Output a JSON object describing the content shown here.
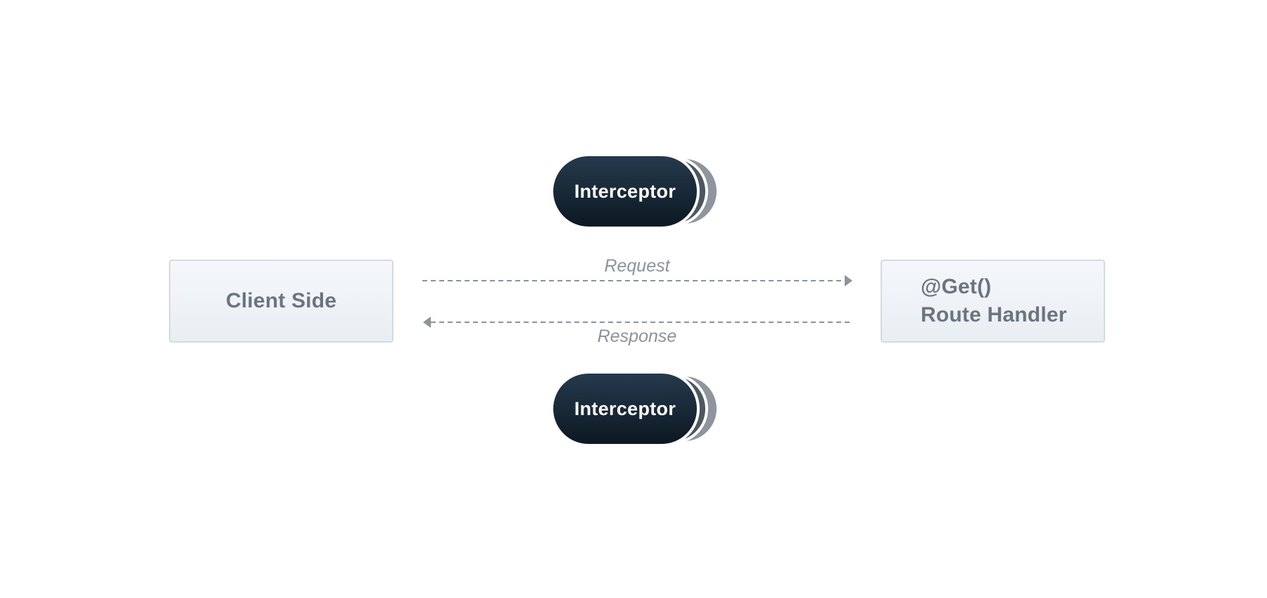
{
  "diagram": {
    "client": {
      "label": "Client Side"
    },
    "handler": {
      "line1": "@Get()",
      "line2": "Route Handler"
    },
    "interceptor_top": {
      "label": "Interceptor"
    },
    "interceptor_bottom": {
      "label": "Interceptor"
    },
    "request": {
      "label": "Request"
    },
    "response": {
      "label": "Response"
    }
  },
  "colors": {
    "box_border": "#d2dae2",
    "box_text": "#6b7580",
    "pill_dark": "#0c1822",
    "arrow": "#8b939b"
  }
}
